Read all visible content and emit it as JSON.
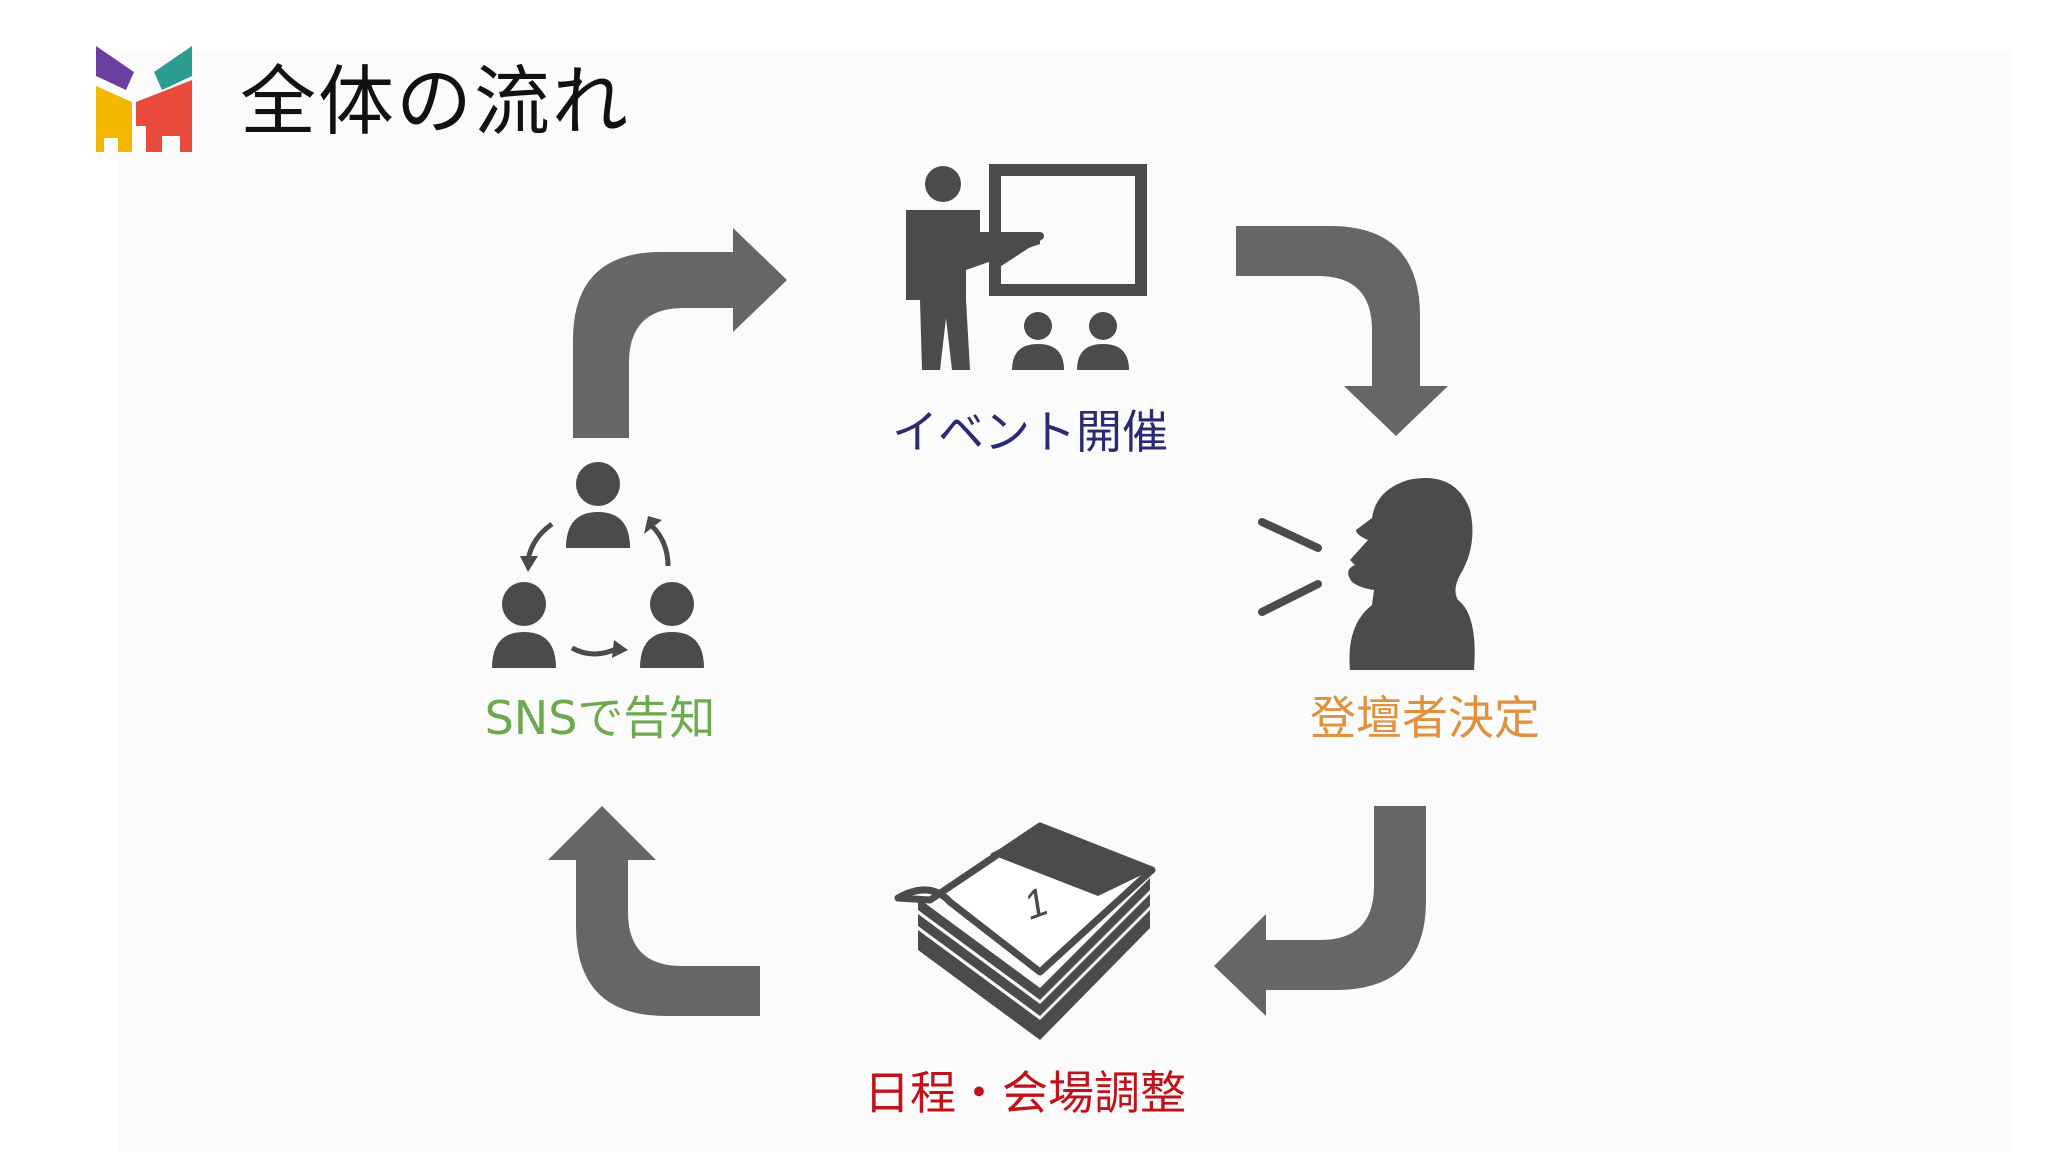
{
  "header": {
    "title": "全体の流れ"
  },
  "colors": {
    "arrow": "#666567",
    "icon": "#4b4a4c",
    "event_label": "#2b2a73",
    "speaker_label": "#e0913d",
    "schedule_label": "#c0121a",
    "sns_label": "#6ea84f",
    "logo_purple": "#6b3fa0",
    "logo_teal": "#2a9d8f",
    "logo_red": "#e94b3c",
    "logo_yellow": "#f5b800"
  },
  "diagram": {
    "steps": [
      {
        "id": "event",
        "label": "イベント開催",
        "icon": "presenter-icon"
      },
      {
        "id": "speaker",
        "label": "登壇者決定",
        "icon": "speaking-person-icon"
      },
      {
        "id": "schedule",
        "label": "日程・会場調整",
        "icon": "calendar-icon"
      },
      {
        "id": "sns",
        "label": "SNSで告知",
        "icon": "social-network-icon"
      }
    ],
    "arrows": [
      "cycle-arrow-top-left",
      "cycle-arrow-top-right",
      "cycle-arrow-bottom-right",
      "cycle-arrow-bottom-left"
    ]
  }
}
